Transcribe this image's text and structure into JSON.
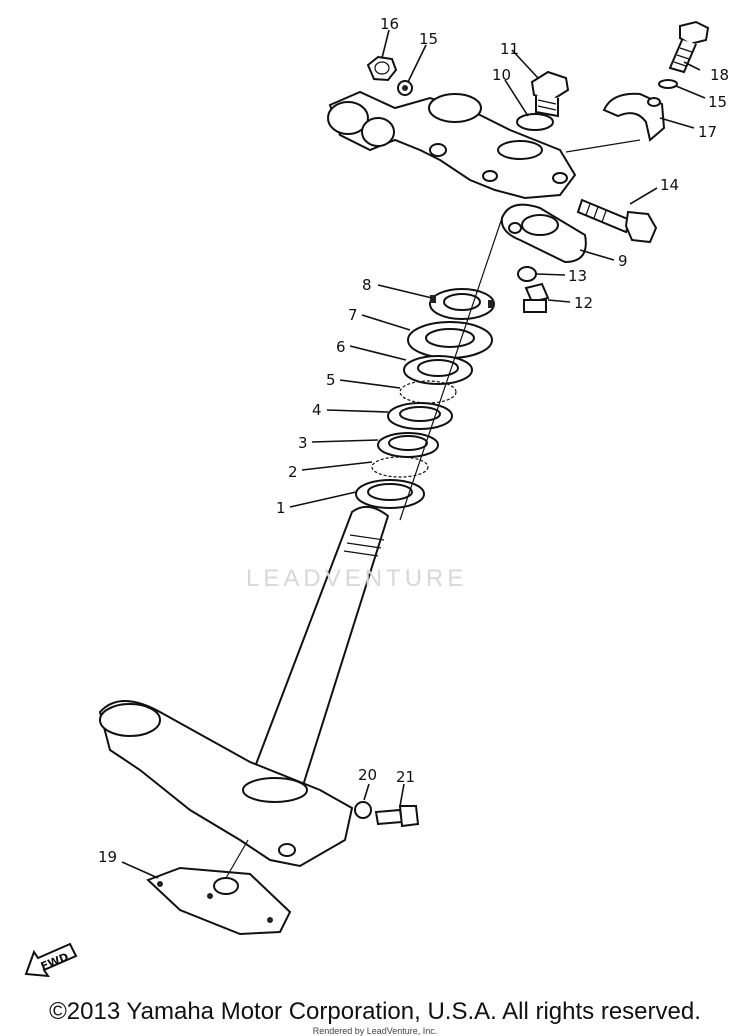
{
  "callouts": [
    {
      "id": "16",
      "label": "16"
    },
    {
      "id": "15a",
      "label": "15"
    },
    {
      "id": "11",
      "label": "11"
    },
    {
      "id": "10",
      "label": "10"
    },
    {
      "id": "18",
      "label": "18"
    },
    {
      "id": "15b",
      "label": "15"
    },
    {
      "id": "17",
      "label": "17"
    },
    {
      "id": "14",
      "label": "14"
    },
    {
      "id": "9",
      "label": "9"
    },
    {
      "id": "13",
      "label": "13"
    },
    {
      "id": "12",
      "label": "12"
    },
    {
      "id": "8",
      "label": "8"
    },
    {
      "id": "7",
      "label": "7"
    },
    {
      "id": "6",
      "label": "6"
    },
    {
      "id": "5",
      "label": "5"
    },
    {
      "id": "4",
      "label": "4"
    },
    {
      "id": "3",
      "label": "3"
    },
    {
      "id": "2",
      "label": "2"
    },
    {
      "id": "1",
      "label": "1"
    },
    {
      "id": "20",
      "label": "20"
    },
    {
      "id": "21",
      "label": "21"
    },
    {
      "id": "19",
      "label": "19"
    }
  ],
  "fwd_label": "FWD",
  "watermark": "LEADVENTURE",
  "copyright": "©2013 Yamaha Motor Corporation, U.S.A. All rights reserved.",
  "renderer": "Rendered by LeadVenture, Inc."
}
